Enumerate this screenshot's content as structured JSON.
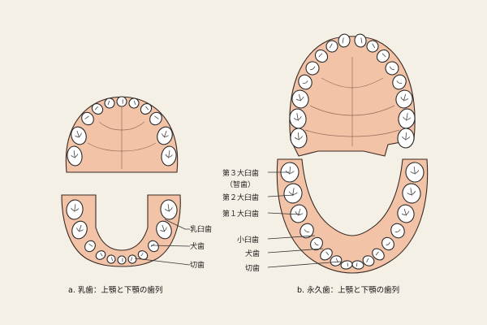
{
  "labels": {
    "molar_3rd": "第３大臼歯",
    "wisdom": "（智歯）",
    "molar_2nd": "第２大臼歯",
    "molar_1st": "第１大臼歯",
    "premolar": "小臼歯",
    "canine_perm": "犬歯",
    "incisor_perm": "切歯",
    "molar_deciduous": "乳臼歯",
    "canine_deciduous": "犬歯",
    "incisor_deciduous": "切歯"
  },
  "captions": {
    "a": "a. 乳歯：上顎と下顎の歯列",
    "b": "b. 永久歯：上顎と下顎の歯列"
  },
  "colors": {
    "background": "#f5f0e6",
    "gum": "#f3c3a8",
    "tooth": "#ffffff",
    "outline": "#2a2a2a"
  }
}
